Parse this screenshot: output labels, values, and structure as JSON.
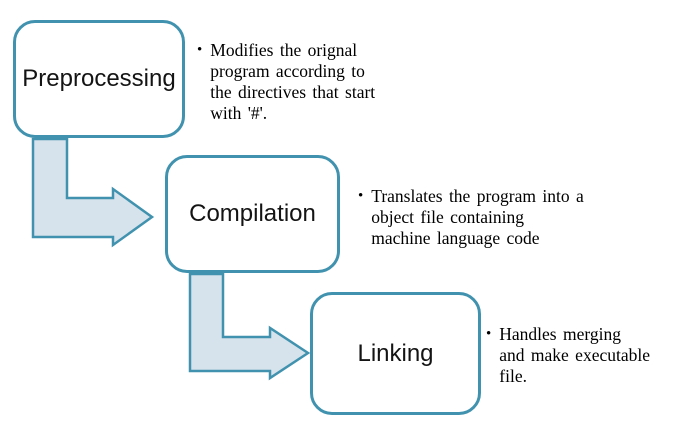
{
  "diagram": {
    "type": "process-flow",
    "colors": {
      "accent": "#4192ae",
      "arrow_fill": "#d6e3ec",
      "label_color": "#141414",
      "desc_color": "#000000",
      "background": "#ffffff"
    },
    "bullet_char": "•",
    "steps": [
      {
        "label": "Preprocessing",
        "description": "Modifies the orignal\nprogram according to\nthe directives that start\nwith '#'."
      },
      {
        "label": "Compilation",
        "description": "Translates the program into a\nobject file containing\nmachine language code"
      },
      {
        "label": "Linking",
        "description": "Handles merging\nand make executable\nfile."
      }
    ]
  }
}
